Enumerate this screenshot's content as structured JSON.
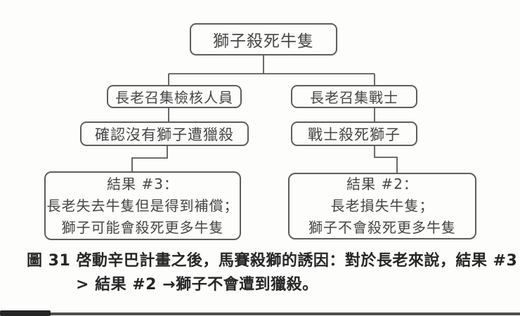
{
  "colors": {
    "connector_line": "#5a5a5a",
    "box_border": "#5d5d5d",
    "box_text": "#454545",
    "caption_text": "#262626",
    "bottom_bar": "#4d4d4d",
    "page_background": "#fdfdfc"
  },
  "diagram": {
    "root": "獅子殺死牛隻",
    "left_branch": {
      "step1": "長老召集檢核人員",
      "step2": "確認沒有獅子遭獵殺",
      "result_title": "結果 #3：",
      "result_line1": "長老失去牛隻但是得到補償；",
      "result_line2": "獅子可能會殺死更多牛隻"
    },
    "right_branch": {
      "step1": "長老召集戰士",
      "step2": "戰士殺死獅子",
      "result_title": "結果 #2：",
      "result_line1": "長老損失牛隻；",
      "result_line2": "獅子不會殺死更多牛隻"
    }
  },
  "caption": {
    "line1": "圖 31 啓動辛巴計畫之後，馬賽殺獅的誘因：對於長老來說，結果 #3",
    "line2": "> 結果 #2 →獅子不會遭到獵殺。"
  }
}
